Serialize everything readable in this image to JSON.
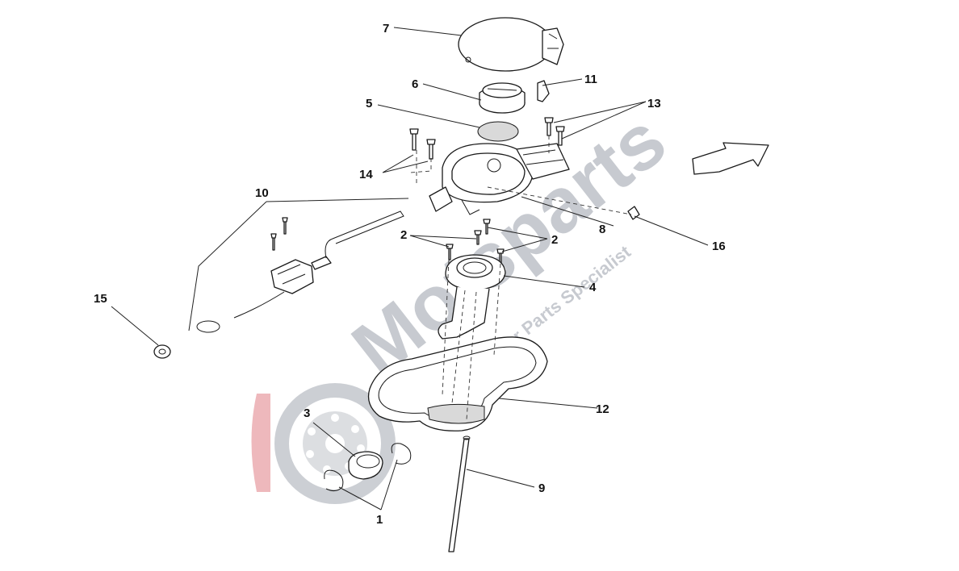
{
  "diagram": {
    "callouts": {
      "c1": "1",
      "c2a": "2",
      "c2b": "2",
      "c3": "3",
      "c4": "4",
      "c5": "5",
      "c6": "6",
      "c7": "7",
      "c8": "8",
      "c9": "9",
      "c10": "10",
      "c11": "11",
      "c12": "12",
      "c13": "13",
      "c14": "14",
      "c15": "15",
      "c16": "16"
    }
  },
  "watermark": {
    "brand": "Motsparts",
    "tagline": "exclusive car Parts Specialist"
  },
  "colors": {
    "line": "#1a1a1a",
    "watermark_grey": "#9aa0aa",
    "watermark_red": "#e8a0a6"
  }
}
